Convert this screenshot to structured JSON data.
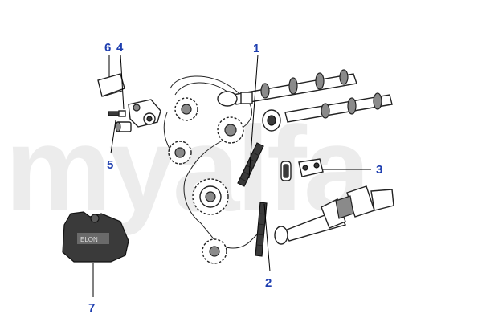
{
  "watermark": {
    "text": "myalfa"
  },
  "callouts": [
    {
      "id": "1",
      "label": "1"
    },
    {
      "id": "2",
      "label": "2"
    },
    {
      "id": "3",
      "label": "3"
    },
    {
      "id": "4",
      "label": "4"
    },
    {
      "id": "5",
      "label": "5"
    },
    {
      "id": "6",
      "label": "6"
    },
    {
      "id": "7",
      "label": "7"
    }
  ],
  "tensioner_marking": "ELON",
  "colors": {
    "callout": "#1f3fb0",
    "watermark": "#ececec",
    "line": "#222222"
  }
}
